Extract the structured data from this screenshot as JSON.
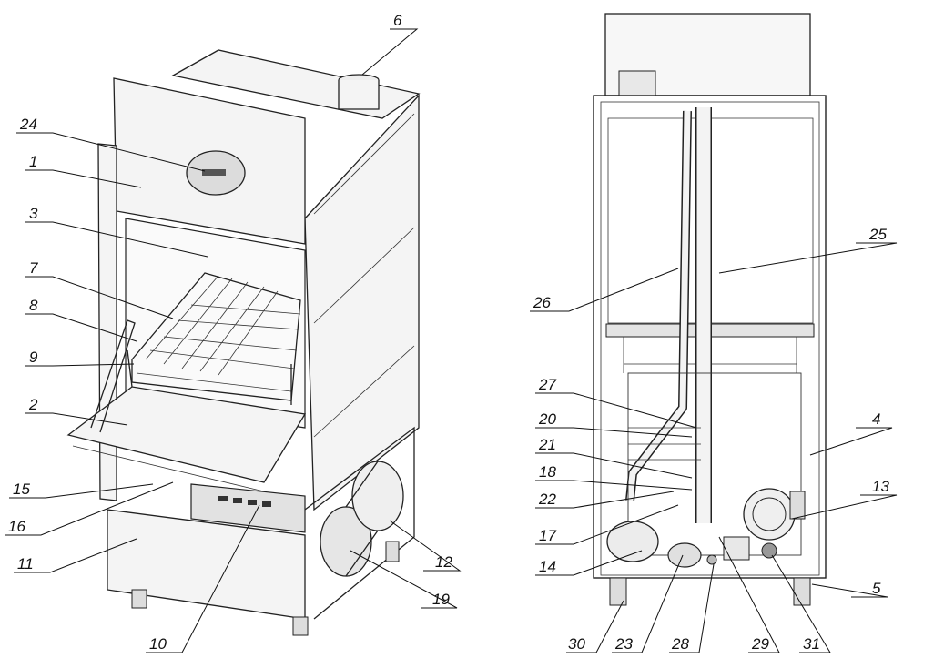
{
  "figure": {
    "views": [
      {
        "name": "front-view",
        "callouts": [
          "6",
          "24",
          "1",
          "3",
          "7",
          "8",
          "9",
          "2",
          "15",
          "16",
          "11",
          "10",
          "12",
          "19"
        ]
      },
      {
        "name": "rear-view",
        "callouts": [
          "25",
          "26",
          "27",
          "20",
          "21",
          "18",
          "22",
          "17",
          "14",
          "4",
          "13",
          "5",
          "30",
          "23",
          "28",
          "29",
          "31"
        ]
      }
    ]
  },
  "callouts": {
    "c1": "1",
    "c2": "2",
    "c3": "3",
    "c4": "4",
    "c5": "5",
    "c6": "6",
    "c7": "7",
    "c8": "8",
    "c9": "9",
    "c10": "10",
    "c11": "11",
    "c12": "12",
    "c13": "13",
    "c14": "14",
    "c15": "15",
    "c16": "16",
    "c17": "17",
    "c18": "18",
    "c19": "19",
    "c20": "20",
    "c21": "21",
    "c22": "22",
    "c23": "23",
    "c24": "24",
    "c25": "25",
    "c26": "26",
    "c27": "27",
    "c28": "28",
    "c29": "29",
    "c30": "30",
    "c31": "31"
  }
}
